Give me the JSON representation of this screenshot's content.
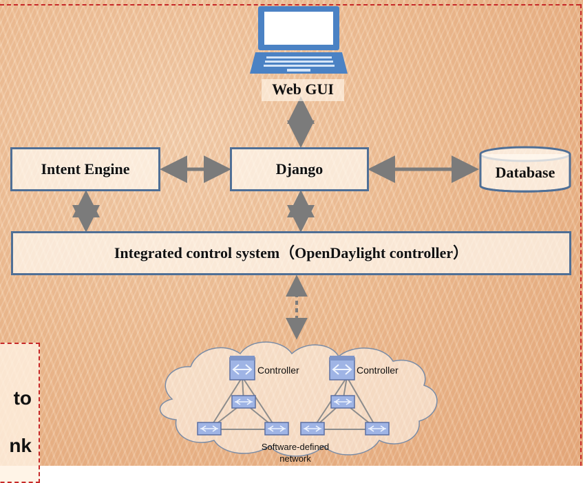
{
  "diagram": {
    "web_gui": "Web GUI",
    "intent_engine": "Intent Engine",
    "django": "Django",
    "database": "Database",
    "integrated_control_system": "Integrated control system（OpenDaylight  controller）",
    "controller_1": "Controller",
    "controller_2": "Controller",
    "network_line_1": "Software-defined",
    "network_line_2": "network"
  },
  "callout": {
    "line_1": "to",
    "line_2": "nk"
  },
  "icons": {
    "web_gui": "laptop-icon",
    "database": "database-cylinder-icon",
    "controller": "controller-node-icon",
    "switch": "switch-node-icon",
    "network": "cloud-icon"
  },
  "colors": {
    "box_border": "#4f6f96",
    "arrow": "#7b7b7b",
    "callout_border": "#c62828",
    "background": "#efc39b",
    "laptop": "#4b82c4",
    "device": "#8da9df"
  }
}
